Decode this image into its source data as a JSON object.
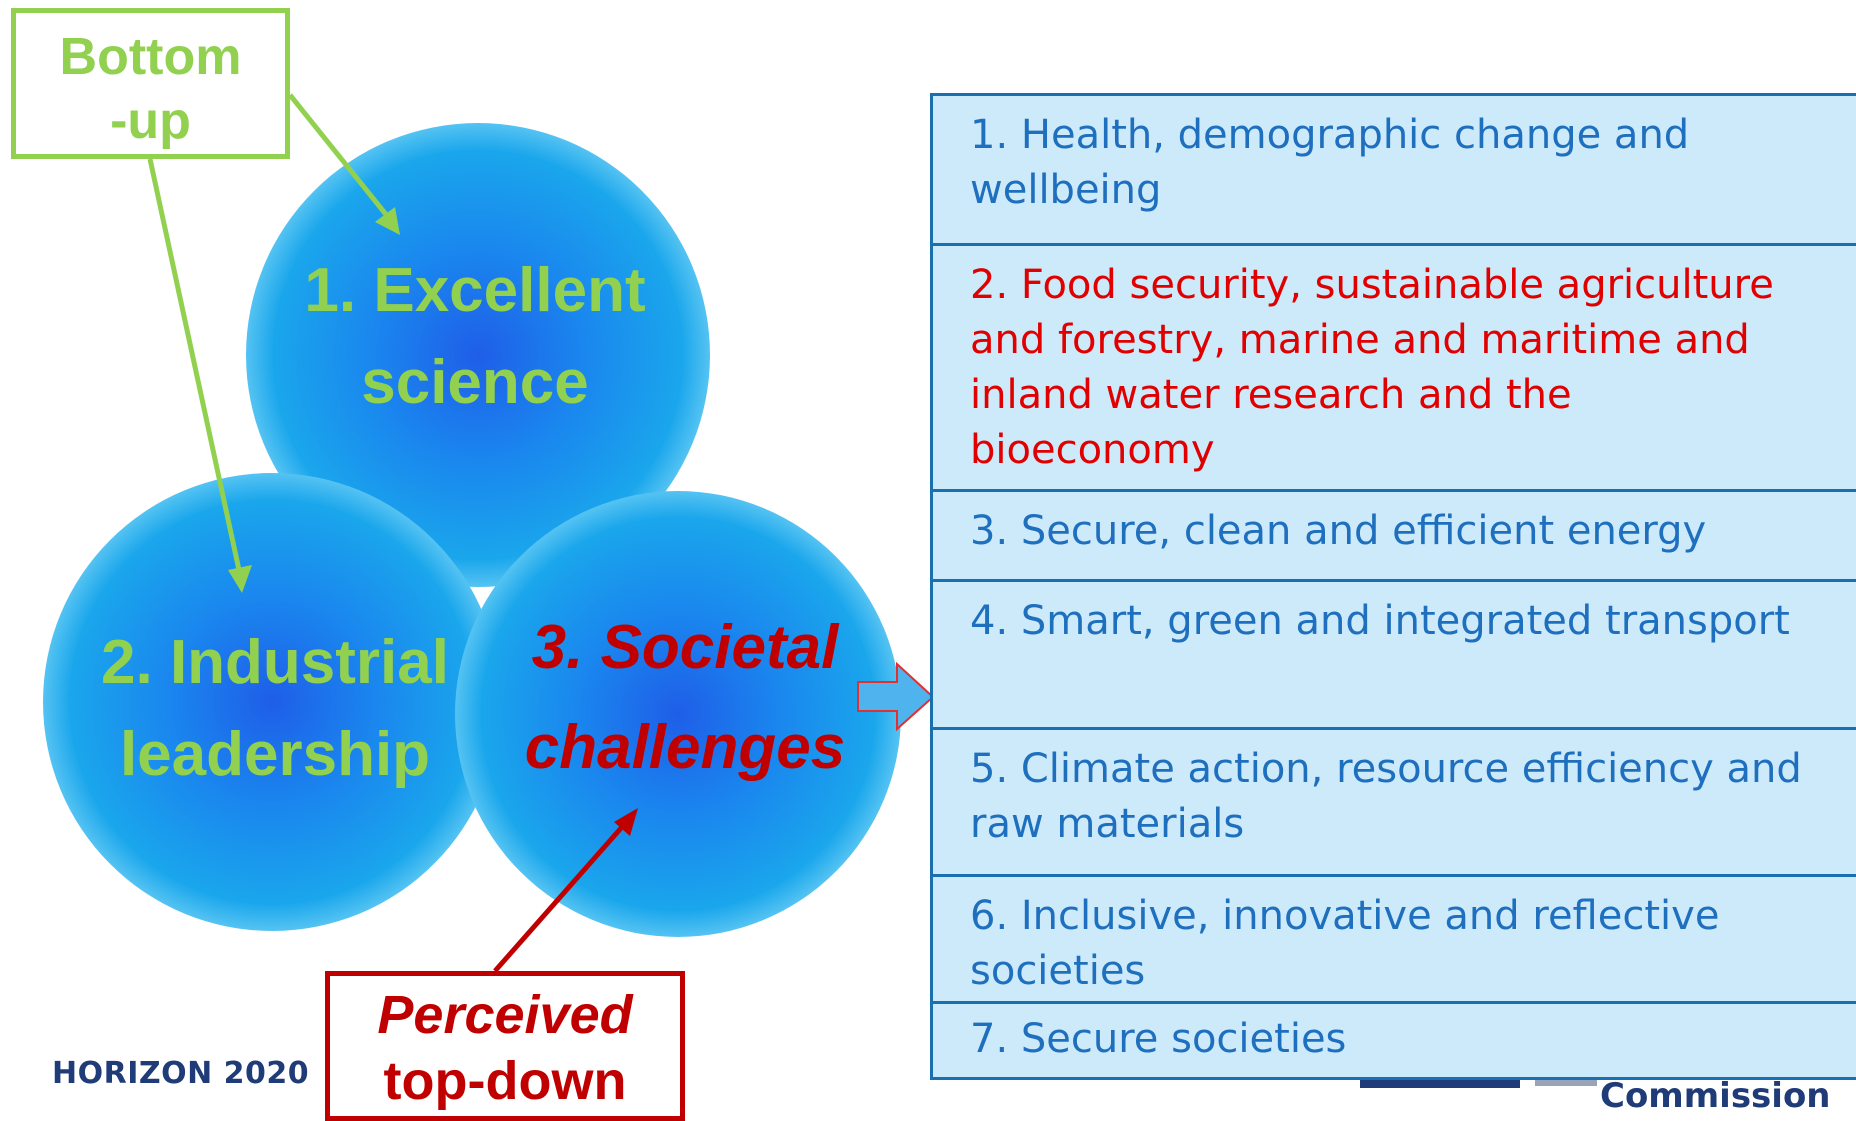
{
  "pillars": [
    {
      "lines": [
        "1. Excellent",
        "science"
      ],
      "color": "#92d050"
    },
    {
      "lines": [
        "2. Industrial",
        "leadership"
      ],
      "color": "#92d050"
    },
    {
      "lines": [
        "3. Societal",
        "challenges"
      ],
      "color": "#c00000"
    }
  ],
  "callouts": {
    "bottom_up": {
      "lines": [
        "Bottom",
        "-up"
      ],
      "color": "#92d050"
    },
    "top_down": {
      "lines": [
        "Perceived",
        "top-down"
      ],
      "color": "#c00000"
    }
  },
  "challenges": [
    {
      "text": "1. Health, demographic change and wellbeing",
      "highlight": false
    },
    {
      "text": "2. Food security, sustainable agriculture and forestry, marine and maritime and inland water research and the bioeconomy",
      "highlight": true
    },
    {
      "text": "3. Secure, clean and efficient energy",
      "highlight": false
    },
    {
      "text": "4. Smart, green and integrated transport",
      "highlight": false
    },
    {
      "text": "5. Climate action, resource efficiency and raw materials",
      "highlight": false
    },
    {
      "text": "6. Inclusive, innovative and reflective societies",
      "highlight": false
    },
    {
      "text": "7. Secure societies",
      "highlight": false
    }
  ],
  "footer": {
    "program": "HORIZON 2020",
    "institution": "Commission"
  },
  "colors": {
    "circle": "#1aa3ec",
    "circle_core": "#1f5ee8",
    "table_fill": "#cdeafb",
    "table_border": "#1a6fb0",
    "row_text": "#1f6fbf",
    "highlight_text": "#e00000"
  }
}
